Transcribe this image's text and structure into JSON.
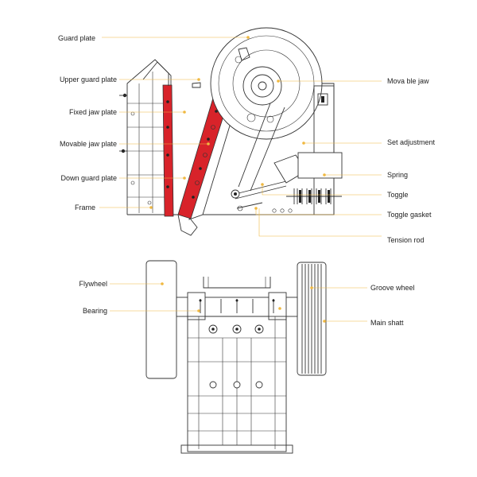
{
  "labels": {
    "guard_plate": "Guard plate",
    "upper_guard_plate": "Upper guard plate",
    "fixed_jaw_plate": "Fixed jaw plate",
    "movable_jaw_plate": "Movable jaw plate",
    "down_guard_plate": "Down guard plate",
    "frame": "Frame",
    "movable_jaw": "Mova ble jaw",
    "set_adjustment": "Set adjustment",
    "spring": "Spring",
    "toggle": "Toggle",
    "toggle_gasket": "Toggle gasket",
    "tension_rod": "Tension rod",
    "flywheel": "Flywheel",
    "bearing": "Bearing",
    "groove_wheel": "Groove wheel",
    "main_shaft": "Main shatt"
  },
  "colors": {
    "jaw_plates": "#d8232a",
    "leader_lines": "#f0b840",
    "outline": "#333333"
  }
}
